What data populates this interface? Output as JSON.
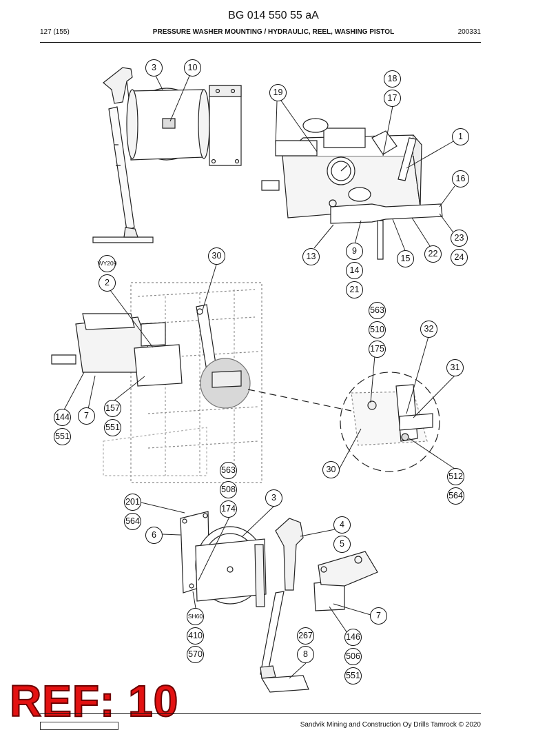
{
  "header": {
    "doc_id": "BG 014 550 55 aA",
    "page": "127 (155)",
    "title": "PRESSURE WASHER MOUNTING / HYDRAULIC, REEL, WASHING PISTOL",
    "date": "200331"
  },
  "callouts": [
    "3",
    "10",
    "18",
    "19",
    "17",
    "1",
    "16",
    "23",
    "24",
    "22",
    "15",
    "9",
    "14",
    "21",
    "13",
    "30",
    "WY209",
    "2",
    "563",
    "510",
    "175",
    "32",
    "31",
    "157",
    "551",
    "144",
    "7",
    "551",
    "30",
    "512",
    "564",
    "563",
    "508",
    "174",
    "3",
    "201",
    "564",
    "6",
    "4",
    "5",
    "7",
    "SH60",
    "410",
    "570",
    "267",
    "8",
    "146",
    "506",
    "551"
  ],
  "overlay": {
    "ref_label": "REF: 10"
  },
  "footer": {
    "copyright": "Sandvik Mining and Construction Oy Drills Tamrock © 2020"
  }
}
